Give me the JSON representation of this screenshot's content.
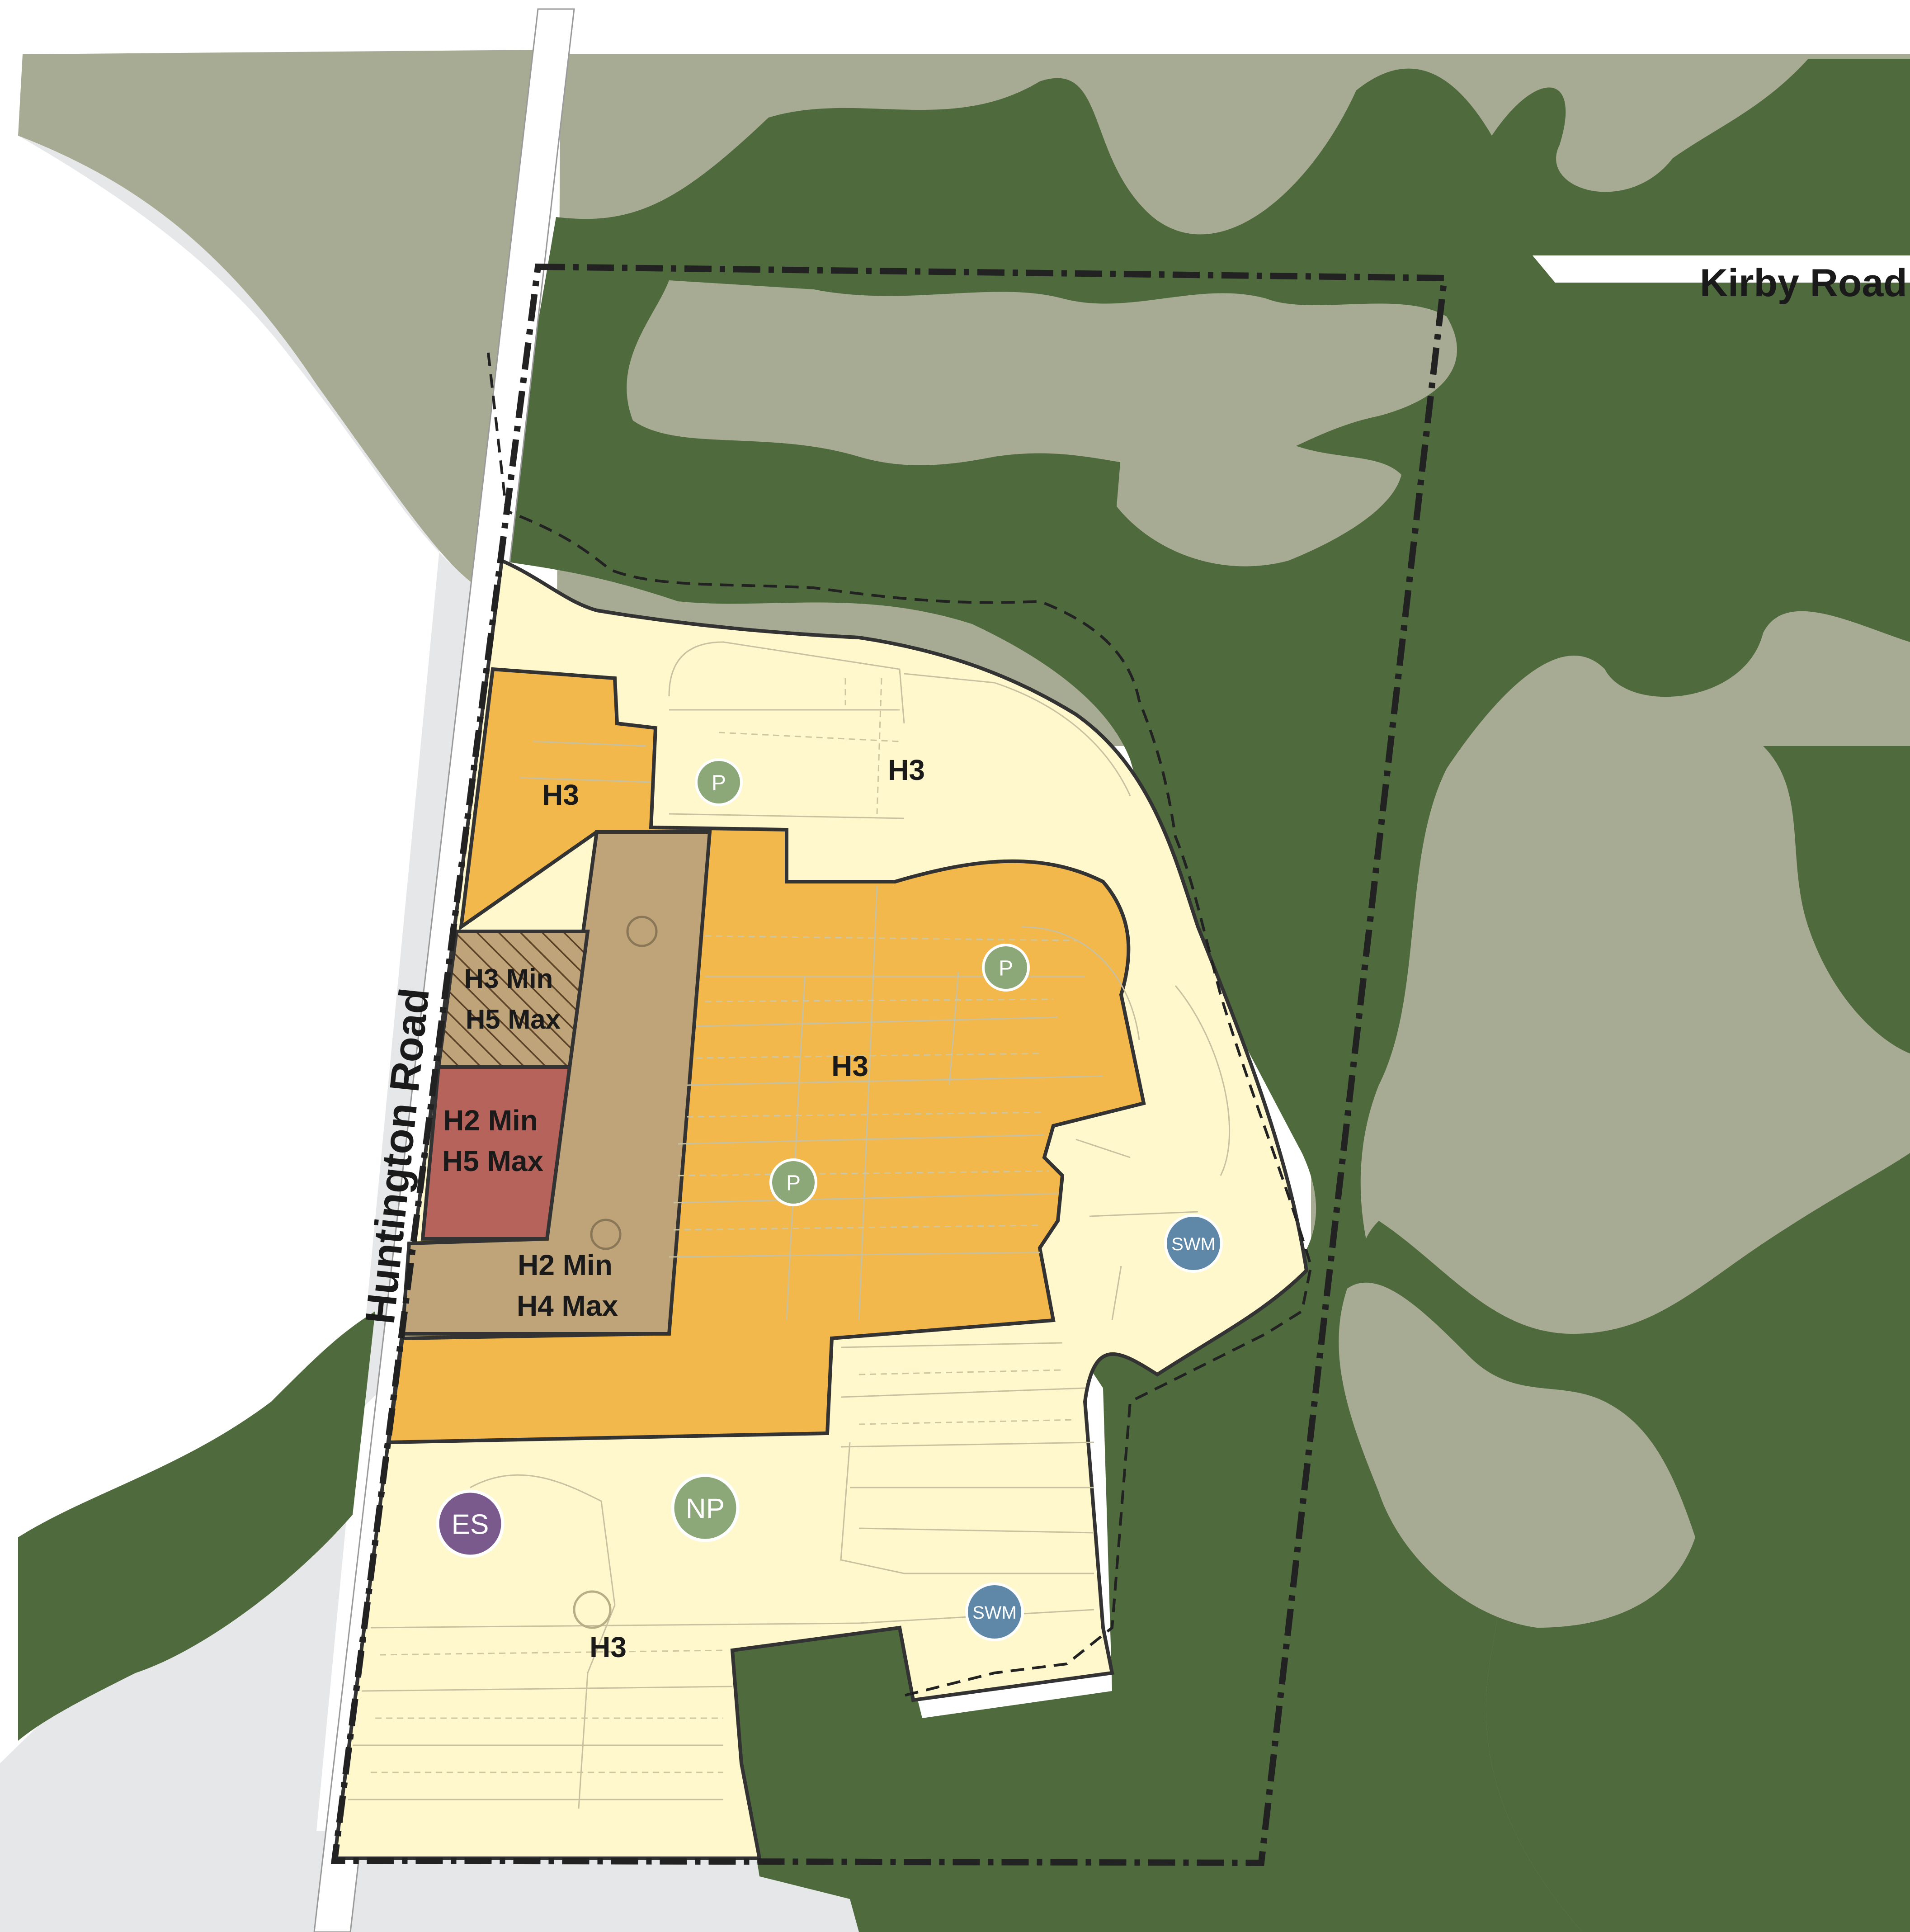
{
  "roads": {
    "kirby": "Kirby Road",
    "huntington": "Huntington Road"
  },
  "zones": {
    "h3_north_west": "H3",
    "h3_north": "H3",
    "h3_central": "H3",
    "h3_south": "H3",
    "h3min_h5max": [
      "H3 Min",
      "H5 Max"
    ],
    "h2min_h5max": [
      "H2 Min",
      "H5 Max"
    ],
    "h2min_h4max": [
      "H2 Min",
      "H4 Max"
    ]
  },
  "symbols": {
    "park_1": "P",
    "park_2": "P",
    "park_3": "P",
    "elementary_school": "ES",
    "neighbourhood_park": "NP",
    "swm_1": "SWM",
    "swm_2": "SWM"
  },
  "colors": {
    "natural_heritage": "#4f6b3e",
    "agricultural": "#a8ab93",
    "urban_grey": "#e6e7e8",
    "low_density": "#fff8cc",
    "medium_density": "#f2b84b",
    "mixed_use_brown": "#bea478",
    "high_density_red": "#b5635b",
    "park_symbol": "#8ca878",
    "school_symbol": "#7a5a8c",
    "swm_symbol": "#5f88a8",
    "boundary_line": "#222222"
  }
}
